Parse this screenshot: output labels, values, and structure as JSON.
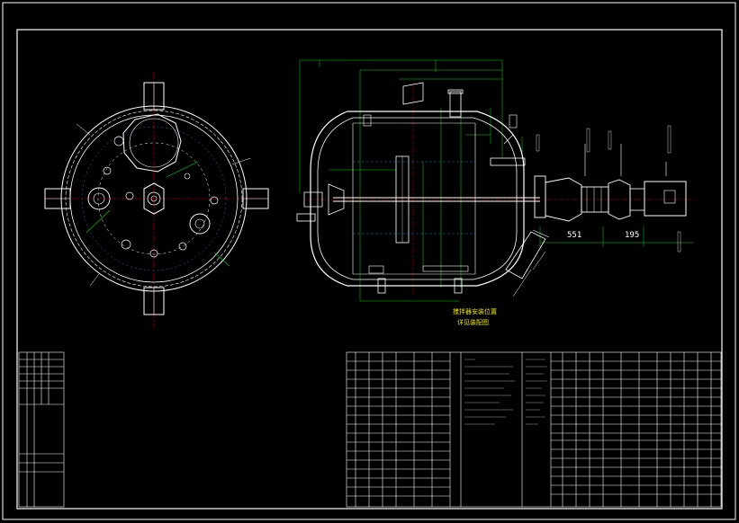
{
  "drawing": {
    "background": "#000000",
    "colors": {
      "frame": "#ffffff",
      "outline": "#ffffff",
      "dimension": "#00e000",
      "centerline": "#cc0000",
      "note": "#f2e600",
      "hidden": "#00b0ff",
      "magenta": "#e000e0"
    },
    "dimensions": {
      "nozzle_offset": "551",
      "motor_offset": "195"
    },
    "notes": {
      "line1": "搅拌器安装位置",
      "line2": "详见装配图"
    }
  }
}
